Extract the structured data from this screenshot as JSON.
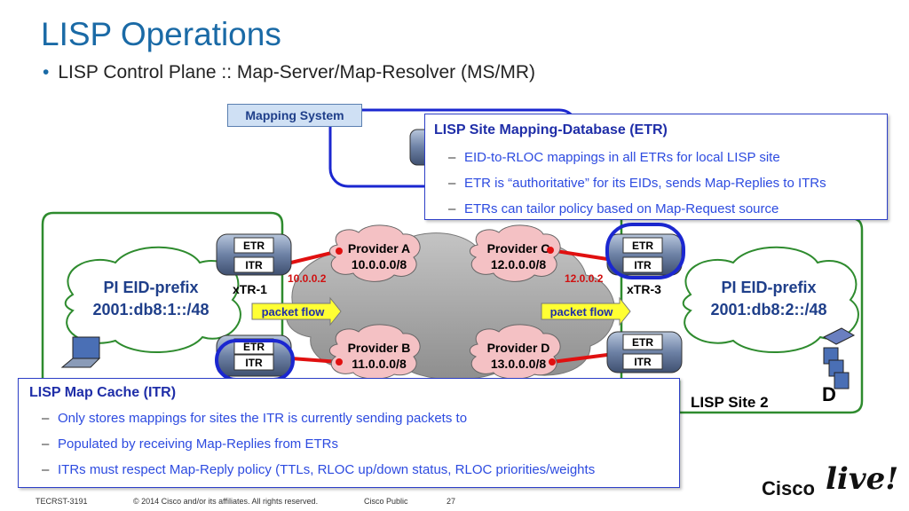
{
  "title": "LISP Operations",
  "subtitle": "LISP Control Plane :: Map-Server/Map-Resolver (MS/MR)",
  "mapping_system_label": "Mapping System",
  "etr_callout": {
    "heading": "LISP Site Mapping-Database (ETR)",
    "items": [
      "EID-to-RLOC mappings in all ETRs for local LISP site",
      "ETR is “authoritative” for its EIDs, sends Map-Replies to ITRs",
      "ETRs can tailor policy based on Map-Request source"
    ]
  },
  "itr_callout": {
    "heading": "LISP Map Cache (ITR)",
    "items": [
      "Only stores mappings for sites the ITR is currently sending packets to",
      "Populated by receiving Map-Replies from ETRs",
      "ITRs must respect Map-Reply policy (TTLs, RLOC up/down status, RLOC priorities/weights"
    ]
  },
  "providers": [
    {
      "name": "Provider A",
      "prefix": "10.0.0.0/8"
    },
    {
      "name": "Provider C",
      "prefix": "12.0.0.0/8"
    },
    {
      "name": "Provider B",
      "prefix": "11.0.0.0/8"
    },
    {
      "name": "Provider D",
      "prefix": "13.0.0.0/8"
    }
  ],
  "router_labels": {
    "etr": "ETR",
    "itr": "ITR"
  },
  "xtr1_label": "xTR-1",
  "xtr3_label": "xTR-3",
  "rloc1": "10.0.0.2",
  "rloc3": "12.0.0.2",
  "packet_flow": "packet flow",
  "site1_eid": {
    "label": "PI EID-prefix",
    "prefix": "2001:db8:1::/48"
  },
  "site2_eid": {
    "label": "PI EID-prefix",
    "prefix": "2001:db8:2::/48"
  },
  "site2_label": "LISP Site 2",
  "host_d": "D",
  "footer": {
    "session": "TECRST-3191",
    "copyright": "© 2014 Cisco and/or its affiliates. All rights reserved.",
    "classification": "Cisco Public",
    "page": "27"
  },
  "logo": {
    "brand": "Cisco",
    "live": "live!"
  },
  "colors": {
    "title": "#1a6aa6",
    "callout_border": "#2d3fc7",
    "callout_text": "#2d4be0",
    "site_border": "#2e8b2e",
    "link_red": "#e01010",
    "provider_fill": "#f4c1c4",
    "cloud_fill": "#a4a4a4",
    "packet_flow_fill": "#ffff33"
  }
}
